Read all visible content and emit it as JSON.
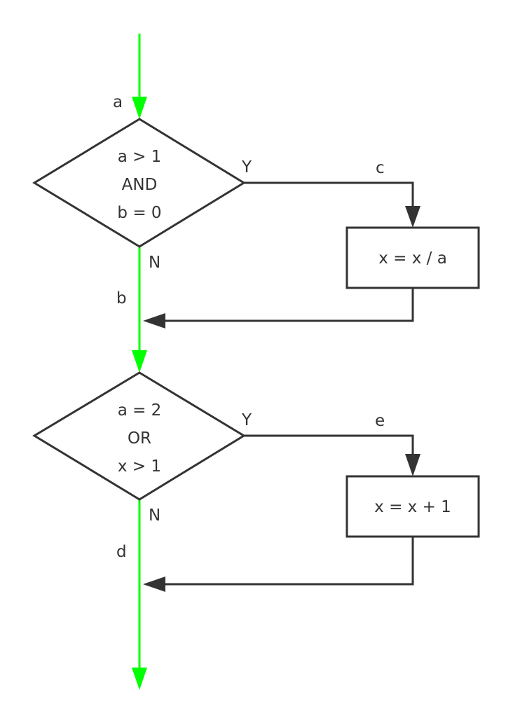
{
  "diagram": {
    "type": "flowchart",
    "colors": {
      "flow_path": "#00ff00",
      "stroke": "#333333",
      "text": "#333333"
    },
    "decisions": [
      {
        "id": "d1",
        "lines": [
          "a > 1",
          "AND",
          "b = 0"
        ],
        "yes_label": "Y",
        "no_label": "N"
      },
      {
        "id": "d2",
        "lines": [
          "a = 2",
          "OR",
          "x > 1"
        ],
        "yes_label": "Y",
        "no_label": "N"
      }
    ],
    "processes": [
      {
        "id": "p1",
        "text": "x = x / a"
      },
      {
        "id": "p2",
        "text": "x = x + 1"
      }
    ],
    "edge_labels": {
      "a": "a",
      "b": "b",
      "c": "c",
      "d": "d",
      "e": "e"
    }
  }
}
